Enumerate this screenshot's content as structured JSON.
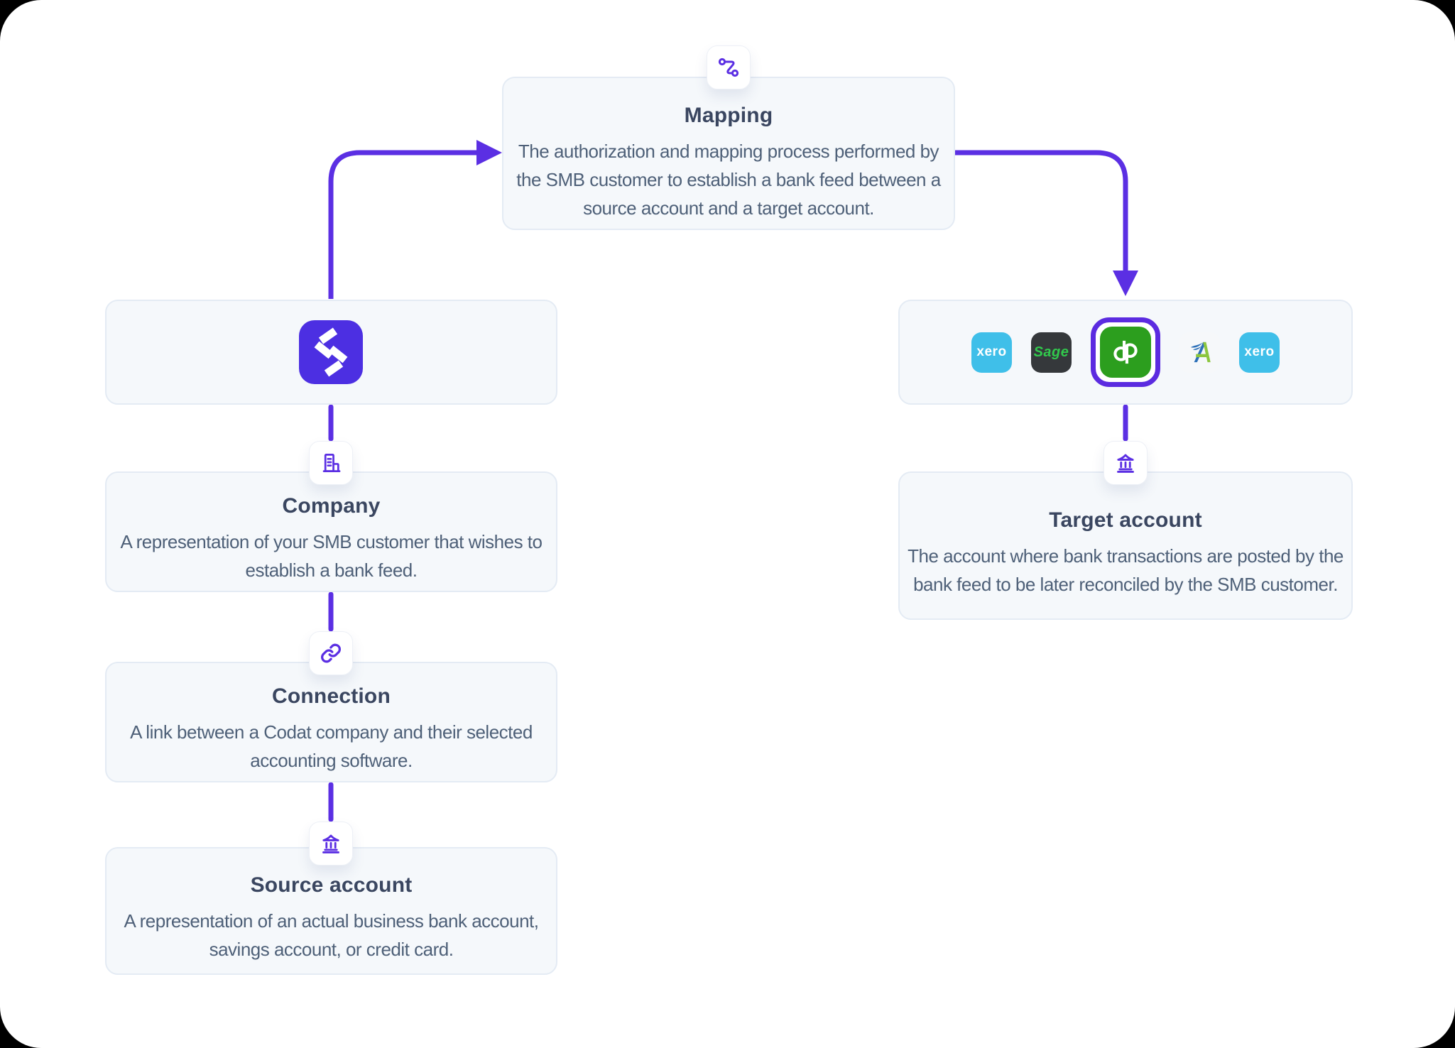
{
  "colors": {
    "accent_purple": "#5B2FE3",
    "codat_purple": "#4C2FE2",
    "panel_background": "#f5f8fb",
    "panel_border": "#e4ebf4",
    "title_text": "#3A4660",
    "body_text": "#4E6078",
    "xero_blue": "#3FBFE9",
    "sage_background": "#35383B",
    "sage_green": "#31C94C",
    "quickbooks_green": "#2C9E1E",
    "quickbooks_ring": "#5B2BE0",
    "freeagent_blue": "#2C70B8",
    "freeagent_green": "#8CC63F"
  },
  "nodes": {
    "mapping": {
      "title": "Mapping",
      "description": "The authorization and mapping process performed by the SMB customer to establish a bank feed between a source account and a target account.",
      "icon": "route-icon"
    },
    "company": {
      "title": "Company",
      "description": "A representation of your SMB customer that wishes to establish a bank feed.",
      "icon": "building-icon"
    },
    "connection": {
      "title": "Connection",
      "description": "A link between a Codat company and their selected accounting software.",
      "icon": "link-icon"
    },
    "source_account": {
      "title": "Source account",
      "description": "A representation of an actual business bank account, savings account, or credit card.",
      "icon": "bank-icon"
    },
    "target_account": {
      "title": "Target account",
      "description": "The account where bank transactions are posted by the bank feed to be later reconciled by the SMB customer.",
      "icon": "bank-icon"
    },
    "codat": {
      "icon": "codat-logo"
    }
  },
  "logos": [
    {
      "name": "Xero",
      "label": "xero",
      "selected": false
    },
    {
      "name": "Sage",
      "label": "Sage",
      "selected": false
    },
    {
      "name": "QuickBooks",
      "label": "qb",
      "selected": true
    },
    {
      "name": "FreeAgent",
      "label": "FreeAgent",
      "selected": false
    },
    {
      "name": "Xero",
      "label": "xero",
      "selected": false
    }
  ]
}
